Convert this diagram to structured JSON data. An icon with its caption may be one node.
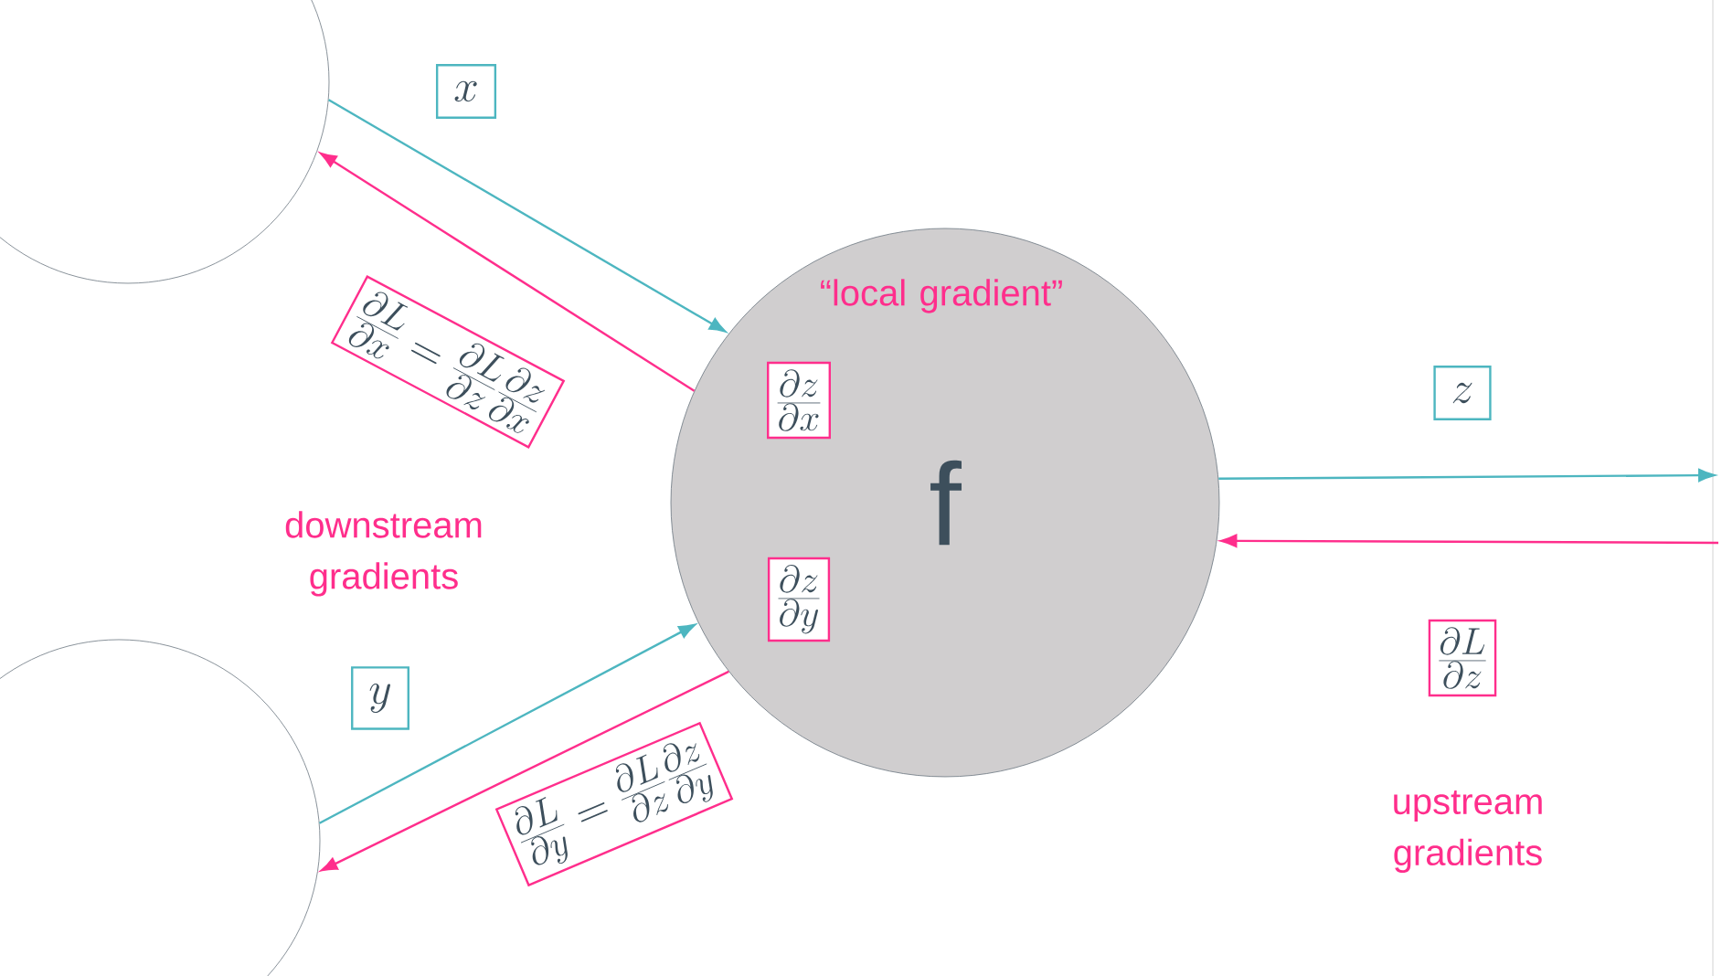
{
  "diagram": {
    "nodes": [
      {
        "text": [],
        "shape": "circle"
      },
      {
        "text": [],
        "shape": "circle"
      },
      {
        "text": [
          "f"
        ]
      },
      {
        "text": [
          "\\frac{\\partial z}{\\partial x}"
        ],
        "in": 2
      },
      {
        "text": [
          "\\frac{\\partial z}{\\partial y}"
        ],
        "in": 2
      },
      {
        "text": [
          "x"
        ]
      },
      {
        "text": [
          "\\frac{\\partial L}{\\partial x} = \\frac{\\partial L}{\\partial z}\\frac{\\partial z}{\\partial x}"
        ]
      },
      {
        "text": [
          "y"
        ]
      },
      {
        "text": [
          "\\frac{\\partial L}{\\partial y} = \\frac{\\partial L}{\\partial z}\\frac{\\partial z}{\\partial y}"
        ]
      },
      {
        "text": [
          "z"
        ]
      },
      {
        "text": [
          "\\frac{\\partial L}{\\partial z}"
        ]
      }
    ],
    "edges": [
      {
        "from": 0,
        "to": 2,
        "arrow": "to",
        "color": "#4db6c0"
      },
      {
        "from": 2,
        "to": 0,
        "arrow": "to",
        "color": "#ff2e8c"
      },
      {
        "from": 1,
        "to": 2,
        "arrow": "to",
        "color": "#4db6c0"
      },
      {
        "from": 2,
        "to": 1,
        "arrow": "to",
        "color": "#ff2e8c"
      },
      {
        "from": 2,
        "to": null,
        "arrow": "to",
        "color": "#4db6c0"
      },
      {
        "from": null,
        "to": 2,
        "arrow": "to",
        "color": "#ff2e8c"
      }
    ],
    "labels": [
      "“local gradient”",
      "downstream gradients",
      "upstream gradients"
    ]
  }
}
